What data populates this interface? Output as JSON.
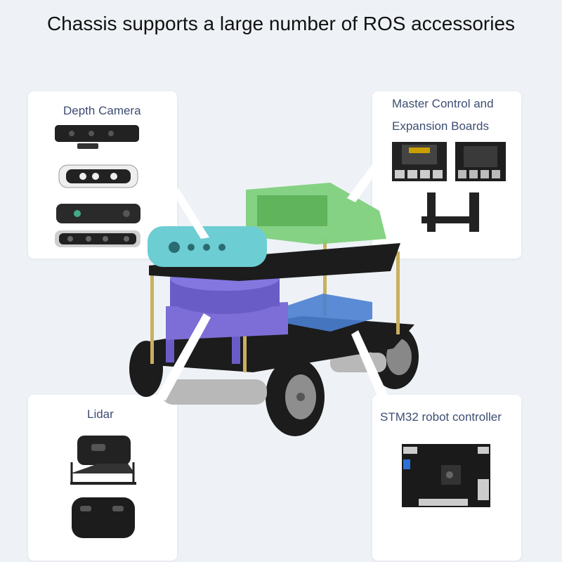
{
  "header": {
    "title": "Chassis supports a large number of ROS accessories"
  },
  "cards": {
    "depth_camera": {
      "label": "Depth Camera"
    },
    "master_control": {
      "label_line1": "Master Control and",
      "label_line2": "Expansion Boards"
    },
    "lidar": {
      "label": "Lidar"
    },
    "stm32": {
      "label": "STM32 robot controller"
    }
  },
  "colors": {
    "background": "#eef2f6",
    "label_text": "#3d4d72",
    "camera_teal": "#6ccdd3",
    "board_green": "#7ccf7a",
    "lidar_purple": "#6a5cc7",
    "controller_blue": "#4a7fd0",
    "plate": "#1c1c1c"
  }
}
